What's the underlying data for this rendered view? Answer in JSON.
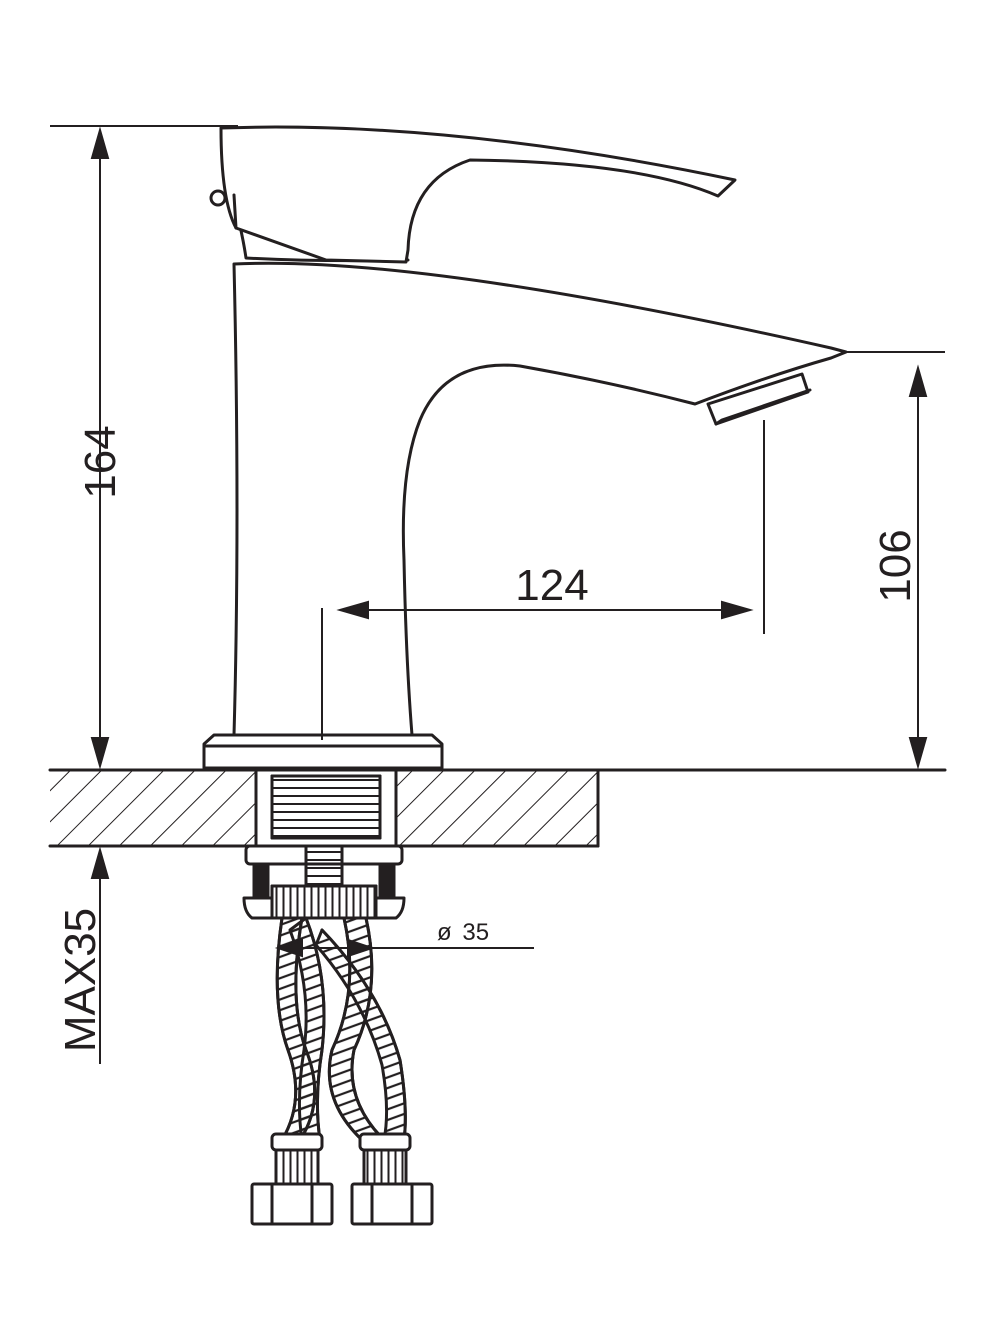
{
  "dimensions": {
    "total_height": "164",
    "spout_height": "106",
    "spout_reach": "124",
    "max_thickness": "MAX35",
    "hole_diameter": "35",
    "diameter_symbol": "ø"
  },
  "colors": {
    "line": "#231f20",
    "background": "#ffffff"
  }
}
